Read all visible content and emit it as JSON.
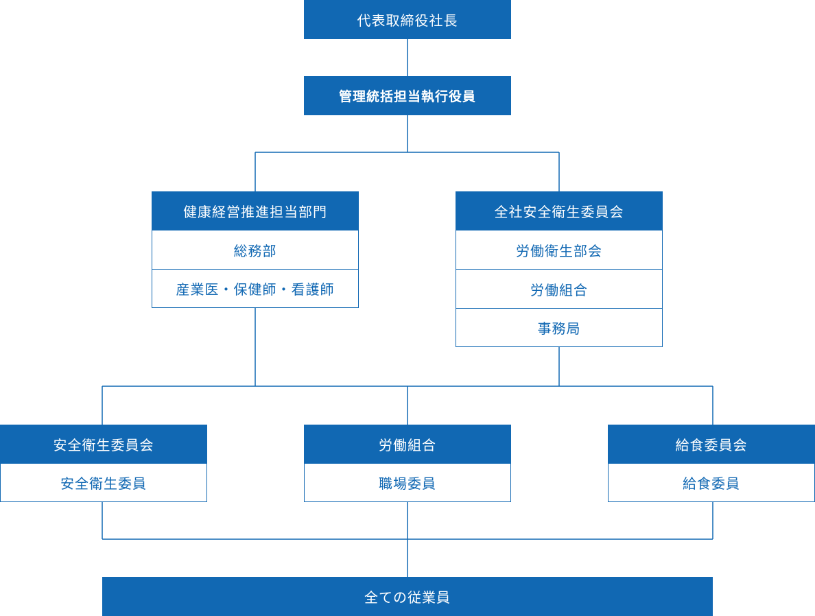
{
  "colors": {
    "primary": "#1168b3",
    "text_on_primary": "#ffffff",
    "line": "#1168b3"
  },
  "org": {
    "president": "代表取締役社長",
    "executive": "管理統括担当執行役員",
    "health_dept": {
      "title": "健康経営推進担当部門",
      "members": [
        "総務部",
        "産業医・保健師・看護師"
      ]
    },
    "company_committee": {
      "title": "全社安全衛生委員会",
      "members": [
        "労働衛生部会",
        "労働組合",
        "事務局"
      ]
    },
    "safety_committee": {
      "title": "安全衛生委員会",
      "member": "安全衛生委員"
    },
    "labor_union": {
      "title": "労働組合",
      "member": "職場委員"
    },
    "meal_committee": {
      "title": "給食委員会",
      "member": "給食委員"
    },
    "all_employees": "全ての従業員"
  }
}
